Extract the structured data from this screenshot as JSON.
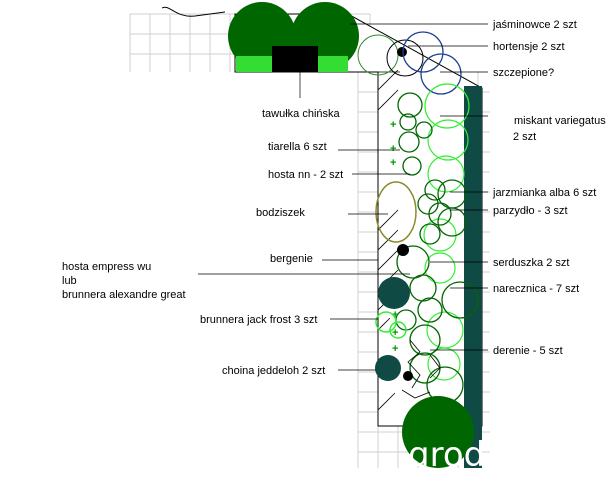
{
  "diagram": {
    "labels": {
      "jasminowce": "jaśminowce 2 szt",
      "hortensje": "hortensje 2 szt",
      "szczepione": "szczepione?",
      "tawulka": "tawułka chińska",
      "miskant_line1": "miskant variegatus",
      "miskant_line2": "2 szt",
      "tiarella": "tiarella 6 szt",
      "hosta_nn": "hosta nn - 2 szt",
      "jarzmianka": "jarzmianka alba 6 szt",
      "parzydlo": "parzydło - 3 szt",
      "bodziszek": "bodziszek",
      "bergenie": "bergenie",
      "serduszka": "serduszka 2 szt",
      "hosta_empress_line1": "hosta empress wu",
      "hosta_empress_line2": "lub",
      "hosta_empress_line3": "brunnera alexandre great",
      "narecznica": "narecznica - 7 szt",
      "brunnera_jack": "brunnera jack frost 3 szt",
      "derenie": "derenie - 5 szt",
      "choina": "choina jeddeloh 2 szt"
    },
    "watermark": "grod",
    "colors": {
      "dark_green": "#006600",
      "mid_green": "#2e8b2e",
      "light_green": "#33ee33",
      "olive": "#8b8b2a",
      "navy": "#1f3f8f",
      "teal_strip": "#0f4a44",
      "grid": "#d0d0d0"
    }
  }
}
